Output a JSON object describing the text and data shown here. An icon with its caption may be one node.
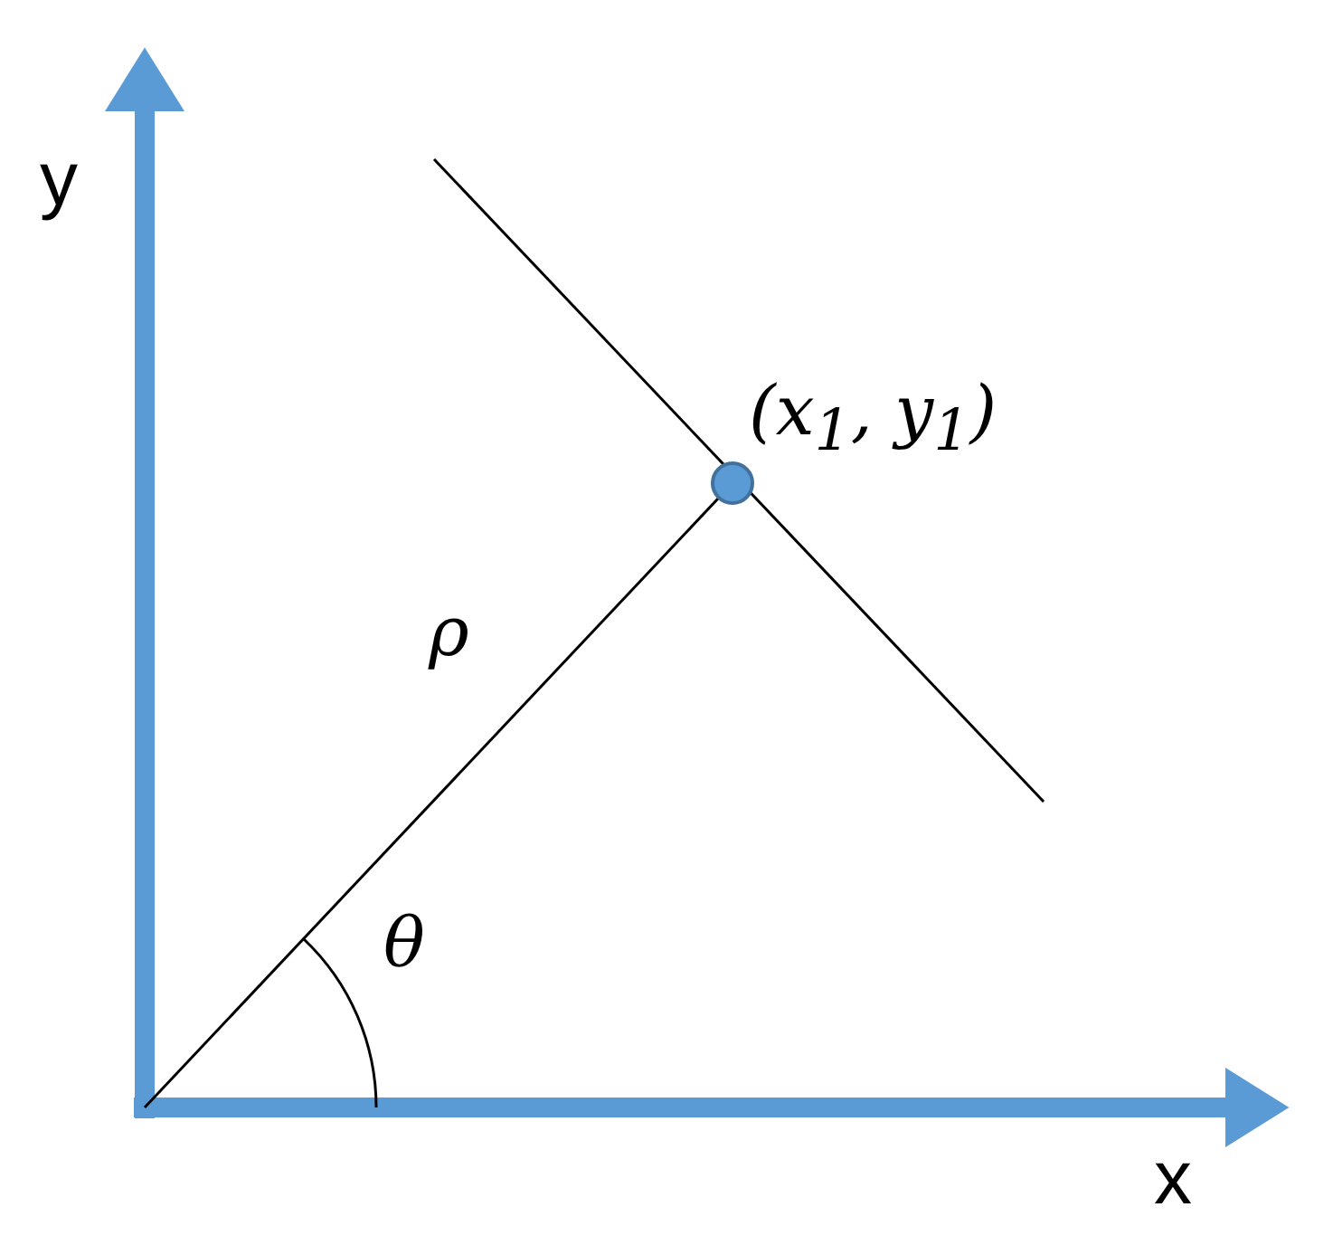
{
  "diagram": {
    "labels": [
      "y",
      "(x$_{1}$, y$_{1}$)",
      "ρ",
      "θ",
      "x"
    ]
  }
}
